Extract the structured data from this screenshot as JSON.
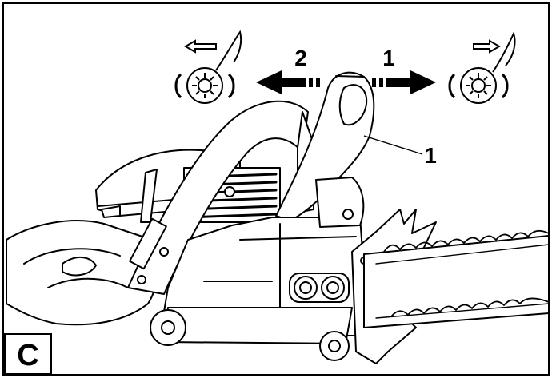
{
  "figure": {
    "panel_letter": "C",
    "callouts": {
      "arrow_right": "1",
      "arrow_left": "2",
      "part_label": "1"
    },
    "icons": {
      "left_symbol": "brake-released-icon",
      "right_symbol": "brake-engaged-icon",
      "small_left_arrow": "arrow-left-icon",
      "small_right_arrow": "arrow-right-icon"
    },
    "colors": {
      "ink": "#000000",
      "paper": "#ffffff"
    }
  }
}
